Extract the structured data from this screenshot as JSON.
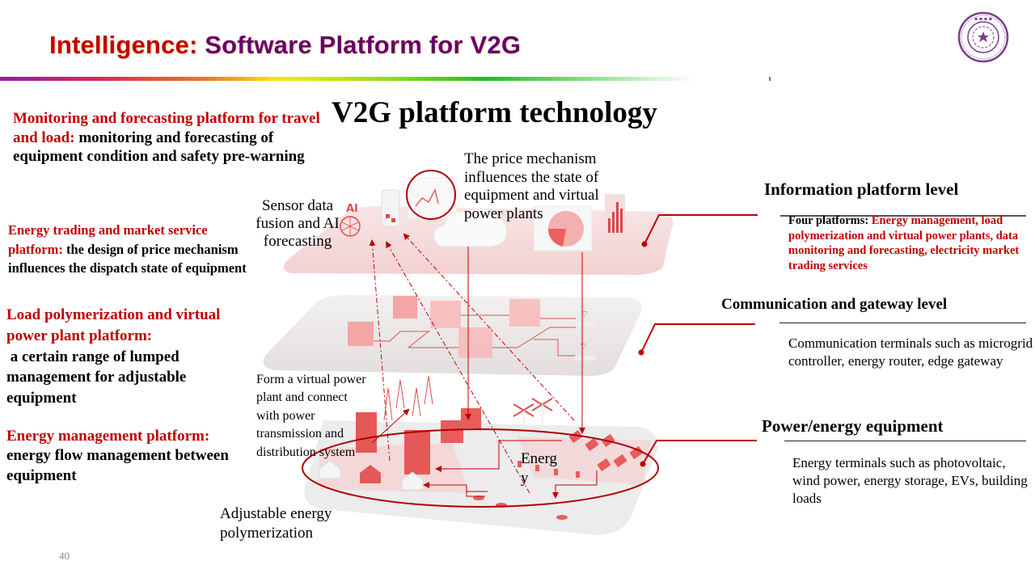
{
  "slide": {
    "title_prefix": "Intelligence:",
    "title_main": " Software Platform for V2G",
    "page_number": "40",
    "logo": "university-seal-icon"
  },
  "diagram": {
    "heading": "V2G platform technology",
    "left_items": [
      {
        "title": "Monitoring and forecasting platform for travel and load:",
        "body": " monitoring and forecasting of equipment condition and safety pre-warning"
      },
      {
        "title": "Energy trading and market service platform:",
        "body": " the design of price mechanism influences the dispatch state of equipment"
      },
      {
        "title": "Load polymerization and virtual power plant platform:",
        "body": " a certain range of lumped management for adjustable equipment"
      },
      {
        "title": "Energy management platform:",
        "body": "energy flow management between equipment"
      }
    ],
    "annotations": {
      "sensor": "Sensor data fusion and AI forecasting",
      "price": [
        "The price mechanism",
        "influences the state of",
        "equipment and virtual",
        "power plants"
      ],
      "vpp": [
        "Form a virtual power",
        "plant and connect",
        "with power",
        "transmission and",
        "distribution system"
      ],
      "energy": [
        "Energ",
        "y"
      ],
      "adjustable": [
        "Adjustable energy",
        "polymerization"
      ]
    },
    "levels": [
      {
        "title": "Information platform level",
        "desc_prefix": "Four platforms: ",
        "desc": "Energy management, load polymerization and virtual power plants, data monitoring and forecasting, electricity market trading services"
      },
      {
        "title": "Communication and gateway level",
        "desc": "Communication terminals such as microgrid controller, energy router, edge gateway"
      },
      {
        "title": "Power/energy equipment",
        "desc": "Energy terminals such as photovoltaic, wind power, energy storage, EVs, building loads"
      }
    ],
    "layer_icons": {
      "top": [
        "ai-icon",
        "sphere-network-icon",
        "phone-dashboard-icon",
        "line-chart-icon",
        "cloud-icon",
        "pie-chart-icon",
        "bar-chart-icon"
      ],
      "middle": [
        "4g-module-icon",
        "4g-module-icon",
        "gateway-box-icon",
        "gateway-box-icon",
        "gateway-box-icon",
        "wifi-router-icon",
        "wifi-router-icon"
      ],
      "bottom": [
        "building-icon",
        "transmission-tower-icon",
        "house-icon",
        "storage-icon",
        "wind-turbine-icon",
        "solar-panel-icon",
        "ev-charger-icon",
        "car-icon"
      ]
    },
    "colors": {
      "accent_red": "#c00000",
      "title_purple": "#660066",
      "layer_pink": "#f4d9d9",
      "layer_grey": "#e8e8e8"
    }
  }
}
